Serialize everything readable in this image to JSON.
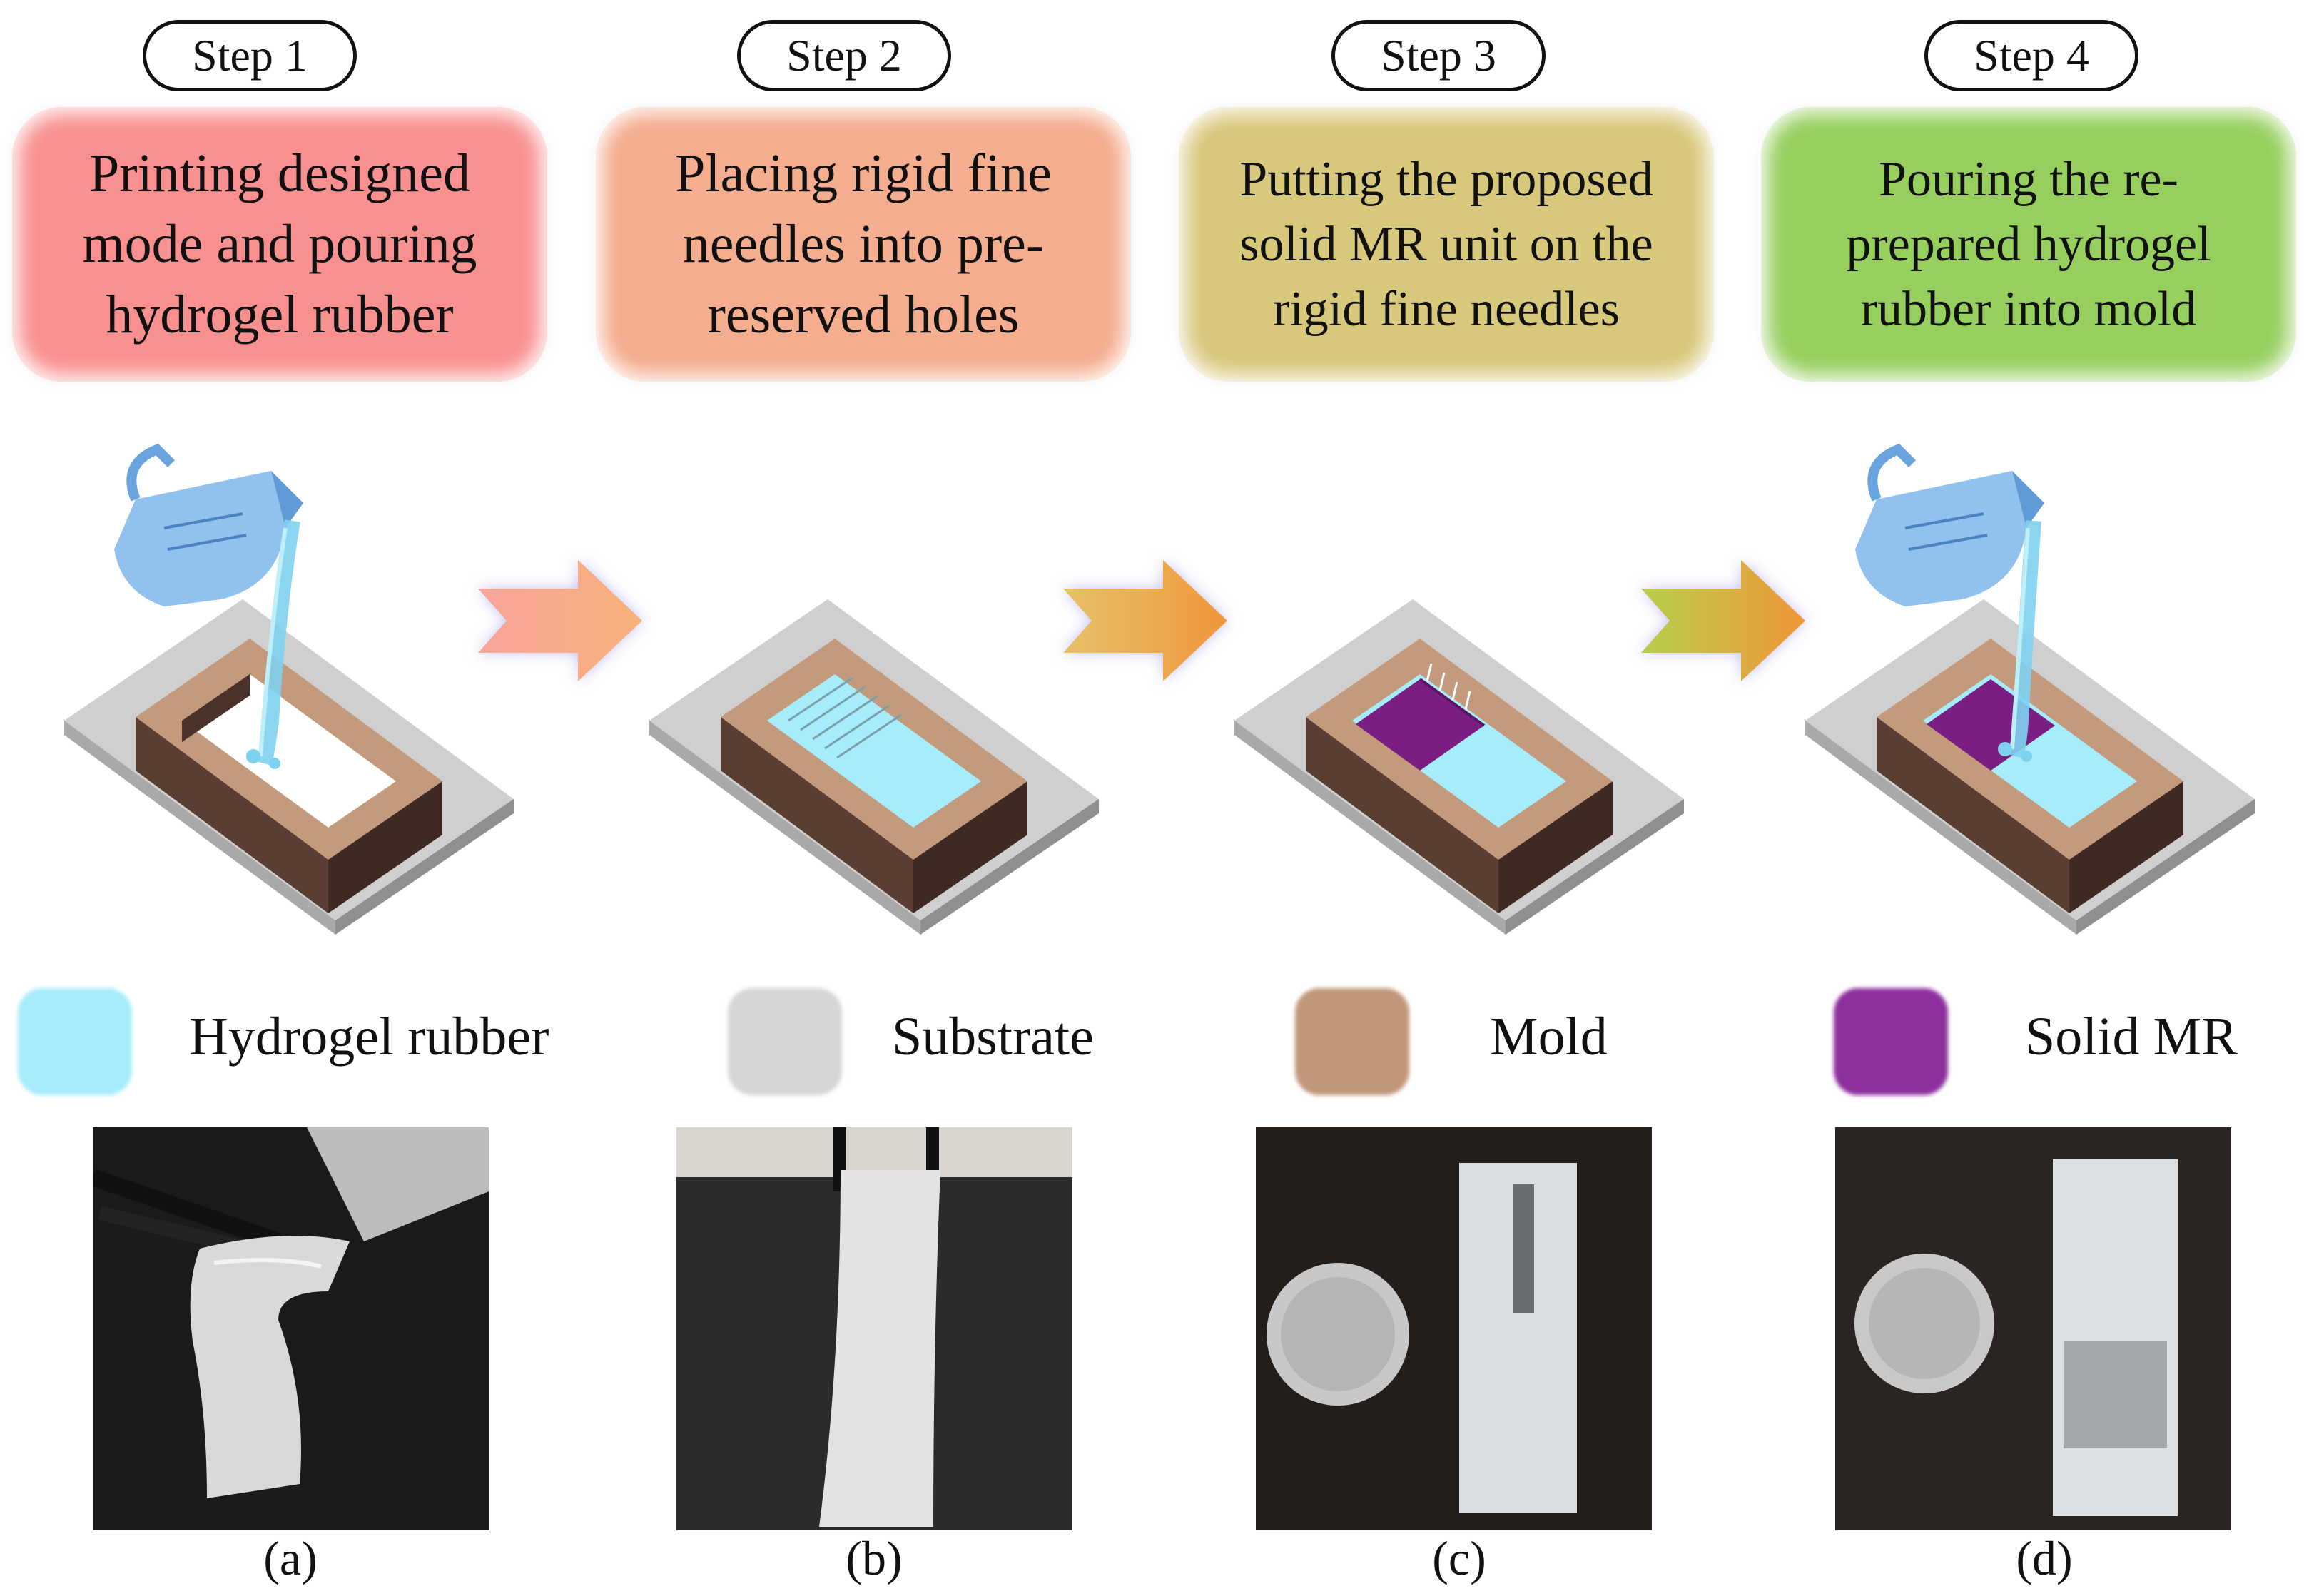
{
  "steps": [
    {
      "label": "Step 1",
      "lines": [
        "Printing designed",
        "mode and pouring",
        "hydrogel rubber"
      ],
      "color": "#f8908f"
    },
    {
      "label": "Step 2",
      "lines": [
        "Placing rigid fine",
        "needles into pre-",
        "reserved holes"
      ],
      "color": "#f4ad8e"
    },
    {
      "label": "Step 3",
      "lines": [
        "Putting the proposed",
        "solid MR unit on the",
        "rigid fine needles"
      ],
      "color": "#d8c87c"
    },
    {
      "label": "Step 4",
      "lines": [
        "Pouring the re-",
        "prepared hydrogel",
        "rubber into mold"
      ],
      "color": "#96cf5e"
    }
  ],
  "legend": [
    {
      "label": "Hydrogel rubber",
      "color": "#a7ecfb",
      "icon": "hydrogel-swatch"
    },
    {
      "label": "Substrate",
      "color": "#d6d6d6",
      "icon": "substrate-swatch"
    },
    {
      "label": "Mold",
      "color": "#c0977b",
      "icon": "mold-swatch"
    },
    {
      "label": "Solid MR",
      "color": "#8e2f9e",
      "icon": "solid-mr-swatch"
    }
  ],
  "captions": [
    "(a)",
    "(b)",
    "(c)",
    "(d)"
  ],
  "colors": {
    "substrate_top": "#cfcfcf",
    "substrate_side": "#9a9a9a",
    "mold_top": "#c49a7c",
    "mold_side": "#5a3d33",
    "hydrogel": "#a7ecfb",
    "solid_mr": "#7a1e84",
    "water": "#7fd2ef",
    "cup": "#7eb6ea"
  }
}
